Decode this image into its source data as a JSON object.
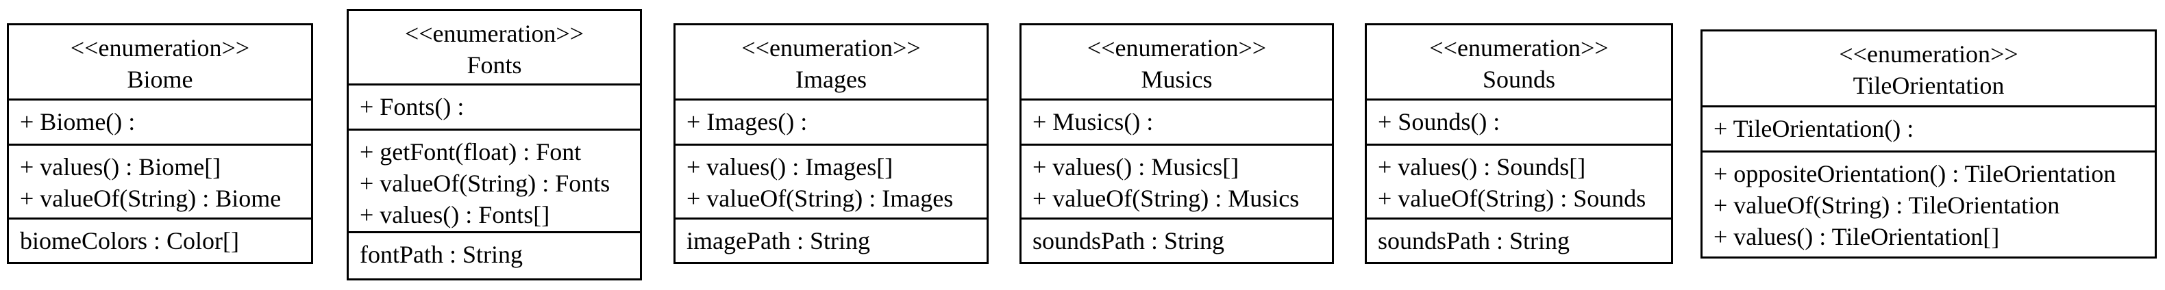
{
  "diagram": {
    "kind": "uml-class-diagram",
    "colors": {
      "background": "#ffffff",
      "border": "#000000",
      "text": "#000000"
    },
    "boxes": [
      {
        "stereotype": "<<enumeration>>",
        "name": "Biome",
        "constructor_line": "+ Biome() :",
        "methods": [
          "+ values() : Biome[]",
          "+ valueOf(String) : Biome"
        ],
        "attributes": [
          "biomeColors : Color[]"
        ]
      },
      {
        "stereotype": "<<enumeration>>",
        "name": "Fonts",
        "constructor_line": "+ Fonts() :",
        "methods": [
          "+ getFont(float) : Font",
          "+ valueOf(String) : Fonts",
          "+ values() : Fonts[]"
        ],
        "attributes": [
          "fontPath : String"
        ]
      },
      {
        "stereotype": "<<enumeration>>",
        "name": "Images",
        "constructor_line": "+ Images() :",
        "methods": [
          "+ values() : Images[]",
          "+ valueOf(String) : Images"
        ],
        "attributes": [
          "imagePath : String"
        ]
      },
      {
        "stereotype": "<<enumeration>>",
        "name": "Musics",
        "constructor_line": "+ Musics() :",
        "methods": [
          "+ values() : Musics[]",
          "+ valueOf(String) : Musics"
        ],
        "attributes": [
          "soundsPath : String"
        ]
      },
      {
        "stereotype": "<<enumeration>>",
        "name": "Sounds",
        "constructor_line": "+ Sounds() :",
        "methods": [
          "+ values() : Sounds[]",
          "+ valueOf(String) : Sounds"
        ],
        "attributes": [
          "soundsPath : String"
        ]
      },
      {
        "stereotype": "<<enumeration>>",
        "name": "TileOrientation",
        "constructor_line": "+ TileOrientation() :",
        "methods": [
          "+ oppositeOrientation() : TileOrientation",
          "+ valueOf(String) : TileOrientation",
          "+ values() : TileOrientation[]"
        ],
        "attributes": []
      }
    ]
  }
}
